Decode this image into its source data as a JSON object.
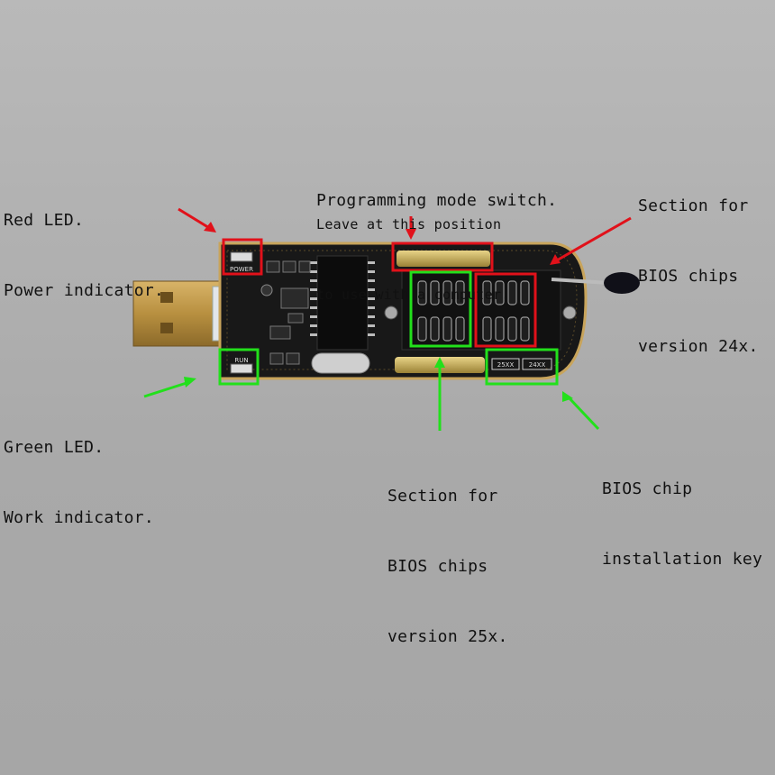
{
  "annotations": {
    "red_led": {
      "lines": [
        "Red LED.",
        "Power indicator."
      ]
    },
    "prog_switch": {
      "title": "Programming mode switch.",
      "lines": [
        "Leave at this position",
        "to use with a computer."
      ]
    },
    "section_24x": {
      "lines": [
        "Section for",
        "BIOS chips",
        "version 24x."
      ]
    },
    "green_led": {
      "lines": [
        "Green LED.",
        "Work indicator."
      ]
    },
    "section_25x": {
      "lines": [
        "Section for",
        "BIOS chips",
        "version 25x."
      ]
    },
    "install_key": {
      "lines": [
        "BIOS chip",
        "installation key"
      ]
    }
  },
  "board_text": {
    "power": "POWER",
    "run": "RUN",
    "key_25": "25XX",
    "key_24": "24XX"
  },
  "colors": {
    "red": "#e1111a",
    "green": "#22e01b",
    "board": "#151515",
    "gold": "#c8a45b"
  }
}
